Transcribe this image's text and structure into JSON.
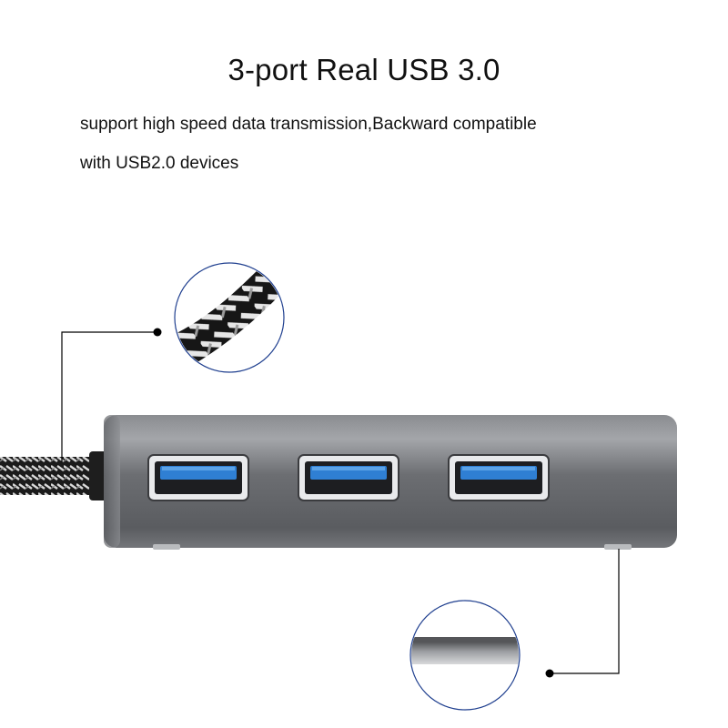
{
  "headline": {
    "title": "3-port Real USB 3.0",
    "line1": "support high speed data transmission,Backward compatible",
    "line2": "with USB2.0 devices"
  },
  "product": {
    "port_count": 3,
    "body_color": "#6e7074",
    "port_color": "#2f7fd3",
    "cable_color": "#1b1b1b"
  }
}
